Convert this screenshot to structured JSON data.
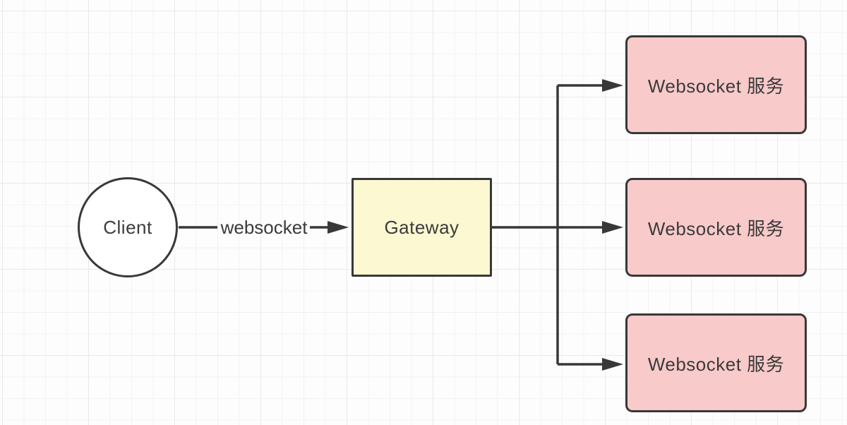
{
  "diagram": {
    "client": {
      "label": "Client",
      "shape": "circle"
    },
    "edge_label": "websocket",
    "gateway": {
      "label": "Gateway",
      "shape": "rectangle"
    },
    "services": [
      {
        "label": "Websocket 服务"
      },
      {
        "label": "Websocket 服务"
      },
      {
        "label": "Websocket 服务"
      }
    ],
    "colors": {
      "gateway_fill": "#fbf8d2",
      "service_fill": "#f9caca",
      "node_stroke": "#383838",
      "connector": "#383838",
      "text": "#3b3b3b",
      "background": "#fdfdfd",
      "grid_line": "#ececec"
    }
  }
}
